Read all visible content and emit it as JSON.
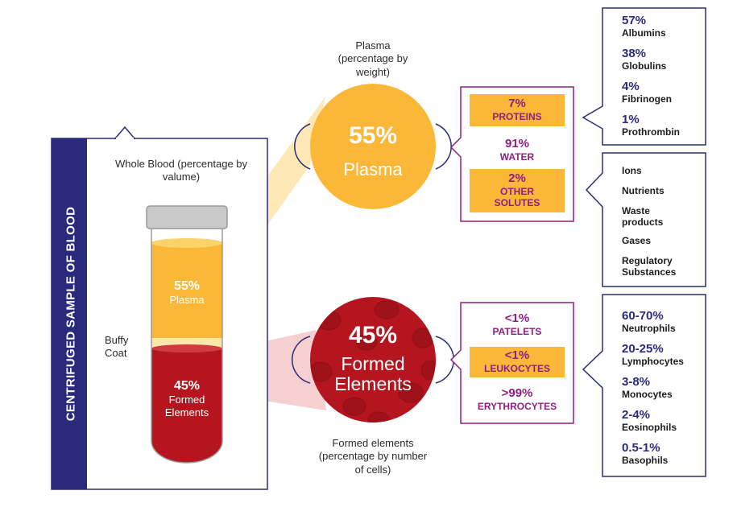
{
  "side_title": "CENTRIFUGED SAMPLE OF BLOOD",
  "tube": {
    "title": "Whole Blood (percentage by valume)",
    "plasma_pct": "55%",
    "plasma_label": "Plasma",
    "buffy_label": "Buffy Coat",
    "formed_pct": "45%",
    "formed_label": "Formed Elements"
  },
  "plasma": {
    "caption": "Plasma (percentage by weight)",
    "pct": "55%",
    "label": "Plasma",
    "components": [
      {
        "pct": "7%",
        "label": "PROTEINS",
        "highlight": true
      },
      {
        "pct": "91%",
        "label": "WATER",
        "highlight": false
      },
      {
        "pct": "2%",
        "label": "OTHER SOLUTES",
        "highlight": true
      }
    ],
    "proteins": [
      {
        "pct": "57%",
        "label": "Albumins"
      },
      {
        "pct": "38%",
        "label": "Globulins"
      },
      {
        "pct": "4%",
        "label": "Fibrinogen"
      },
      {
        "pct": "1%",
        "label": "Prothrombin"
      }
    ],
    "solutes": [
      "Ions",
      "Nutrients",
      "Waste products",
      "Gases",
      "Regulatory Substances"
    ]
  },
  "formed": {
    "caption": "Formed elements (percentage by number of cells)",
    "pct": "45%",
    "label": "Formed Elements",
    "components": [
      {
        "pct": "<1%",
        "label": "PATELETS",
        "highlight": false
      },
      {
        "pct": "<1%",
        "label": "LEUKOCYTES",
        "highlight": true
      },
      {
        "pct": ">99%",
        "label": "ERYTHROCYTES",
        "highlight": false
      }
    ],
    "leukocytes": [
      {
        "pct": "60-70%",
        "label": "Neutrophils"
      },
      {
        "pct": "20-25%",
        "label": "Lymphocytes"
      },
      {
        "pct": "3-8%",
        "label": "Monocytes"
      },
      {
        "pct": "2-4%",
        "label": "Eosinophils"
      },
      {
        "pct": "0.5-1%",
        "label": "Basophils"
      }
    ]
  },
  "colors": {
    "navy": "#2a2a7d",
    "purple": "#8e1f80",
    "orange": "#fbb838",
    "red": "#b5151e"
  }
}
